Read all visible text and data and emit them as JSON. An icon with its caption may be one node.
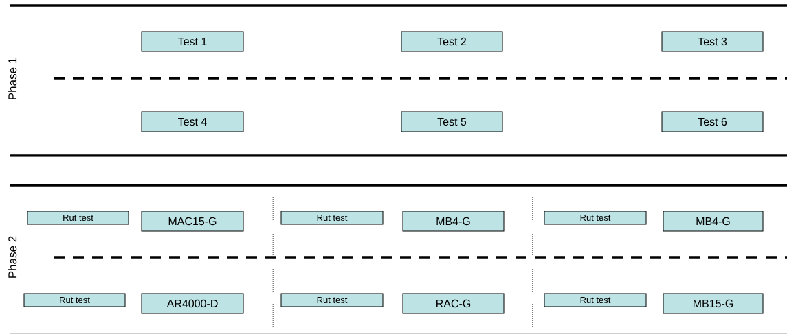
{
  "diagram": {
    "nodes": [
      {
        "text": [
          "Test 1"
        ]
      },
      {
        "text": [
          "Test 2"
        ]
      },
      {
        "text": [
          "Test 3"
        ]
      },
      {
        "text": [
          "Test 4"
        ]
      },
      {
        "text": [
          "Test 5"
        ]
      },
      {
        "text": [
          "Test 6"
        ]
      },
      {
        "text": [
          "Rut test"
        ]
      },
      {
        "text": [
          "MAC15-G"
        ]
      },
      {
        "text": [
          "Rut test"
        ]
      },
      {
        "text": [
          "MB4-G"
        ]
      },
      {
        "text": [
          "Rut test"
        ]
      },
      {
        "text": [
          "MB4-G"
        ]
      },
      {
        "text": [
          "Rut test"
        ]
      },
      {
        "text": [
          "AR4000-D"
        ]
      },
      {
        "text": [
          "Rut test"
        ]
      },
      {
        "text": [
          "RAC-G"
        ]
      },
      {
        "text": [
          "Rut test"
        ]
      },
      {
        "text": [
          "MB15-G"
        ]
      }
    ],
    "labels": [
      "Phase 1",
      "Phase 2"
    ]
  }
}
